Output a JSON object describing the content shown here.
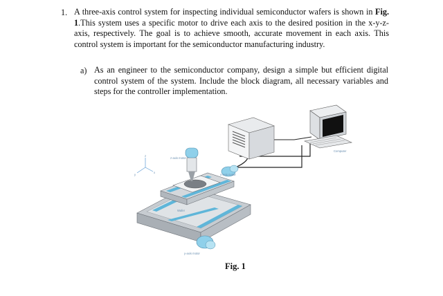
{
  "question": {
    "number": "1.",
    "text_before": "A three-axis control system for inspecting individual semiconductor wafers is shown in ",
    "fig_ref": "Fig. 1",
    "text_after": ".This system uses a specific motor to drive each axis to the desired position in the x-y-z-axis, respectively. The goal is to achieve smooth, accurate movement in each axis. This control system is important for the semiconductor manufacturing industry."
  },
  "subquestion": {
    "label": "a)",
    "text": "As an engineer to the semiconductor company, design a simple but efficient digital control system of the system. Include the block diagram, all necessary variables and steps for the controller implementation."
  },
  "figure": {
    "caption": "Fig. 1",
    "labels": {
      "z_motor": "z-axis motor",
      "x_motor": "x-axis motor",
      "y_motor": "y-axis motor",
      "wafer": "Wafer",
      "computer": "Computer",
      "axis_z": "z",
      "axis_y": "y",
      "axis_x": "x"
    },
    "colors": {
      "motor": "#8fd0ea",
      "frame": "#c7ccd1",
      "rail": "#5fb6d9",
      "cable": "#222222"
    }
  }
}
